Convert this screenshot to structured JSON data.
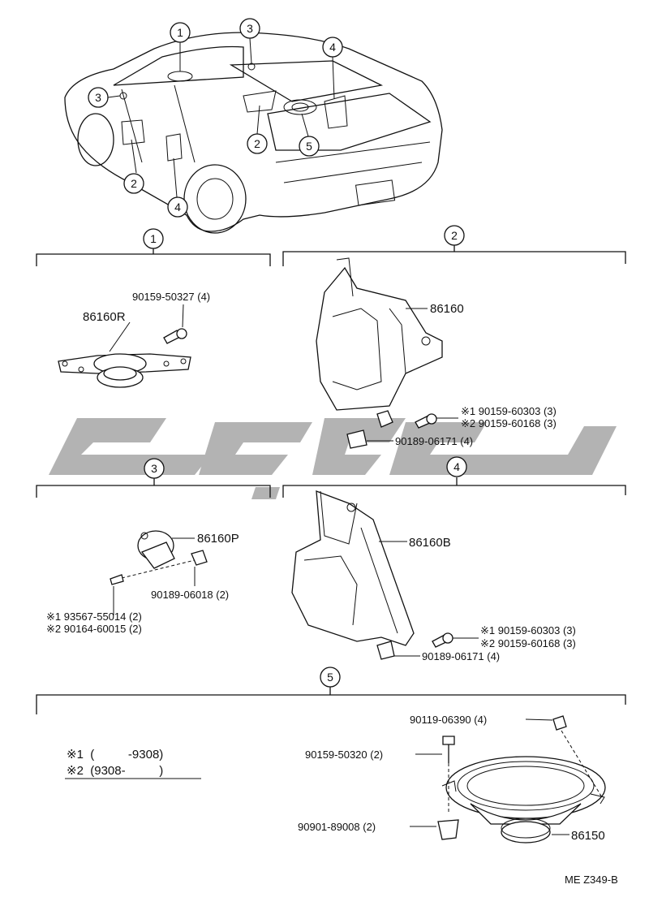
{
  "overview": {
    "callouts": [
      "1",
      "3",
      "4",
      "3",
      "2",
      "5",
      "2",
      "4"
    ]
  },
  "section1": {
    "number": "1",
    "part_label": "86160R",
    "screw_label": "90159-50327 (4)"
  },
  "section2": {
    "number": "2",
    "part_label": "86160",
    "screw1_label": "※1  90159-60303 (3)",
    "screw2_label": "※2  90159-60168 (3)",
    "clip_label": "90189-06171 (4)"
  },
  "section3": {
    "number": "3",
    "part_label": "86160P",
    "clip_label": "90189-06018 (2)",
    "screw1_label": "※1  93567-55014 (2)",
    "screw2_label": "※2  90164-60015 (2)"
  },
  "section4": {
    "number": "4",
    "part_label": "86160B",
    "screw1_label": "※1  90159-60303 (3)",
    "screw2_label": "※2  90159-60168 (3)",
    "clip_label": "90189-06171 (4)"
  },
  "section5": {
    "number": "5",
    "bolt_label": "90119-06390 (4)",
    "screw_label": "90159-50320 (2)",
    "nut_label": "90901-89008 (2)",
    "part_label": "86150"
  },
  "legend": {
    "row1": "※1  (          -9308)",
    "row2": "※2  (9308-          )"
  },
  "footer": {
    "code": "ME Z349-B"
  }
}
